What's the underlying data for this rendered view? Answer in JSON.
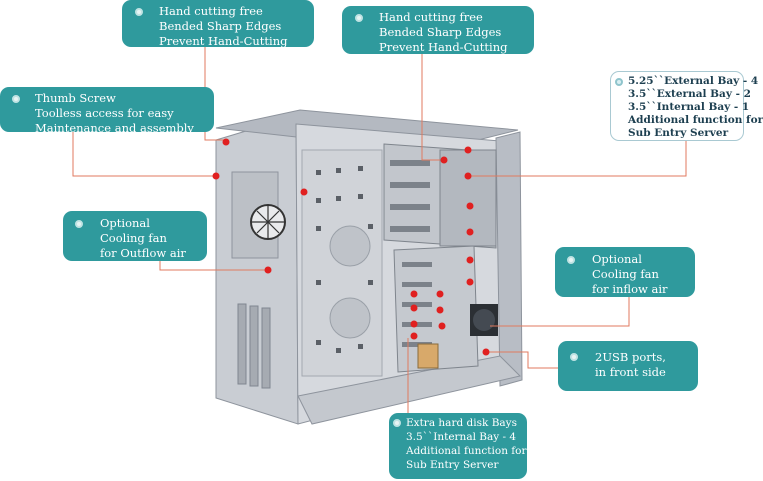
{
  "callouts": {
    "hand_cutting_left": {
      "lines": [
        "Hand cutting free",
        "Bended Sharp Edges",
        "Prevent Hand-Cutting"
      ]
    },
    "hand_cutting_right": {
      "lines": [
        "Hand cutting free",
        "Bended Sharp Edges",
        "Prevent Hand-Cutting"
      ]
    },
    "thumb_screw": {
      "lines": [
        "Thumb Screw",
        "Toolless access for easy",
        "Maintenance and assembly"
      ]
    },
    "external_bays": {
      "lines": [
        "5.25``External Bay - 4",
        "3.5``External Bay - 2",
        "3.5``Internal Bay - 1",
        "Additional function for",
        "Sub Entry Server"
      ]
    },
    "cooling_outflow": {
      "lines": [
        "Optional",
        "Cooling fan",
        "for Outflow air"
      ]
    },
    "cooling_inflow": {
      "lines": [
        "Optional",
        "Cooling fan",
        "for inflow air"
      ]
    },
    "usb_ports": {
      "lines": [
        "2USB ports,",
        "in front side"
      ]
    },
    "hard_disk_bays": {
      "lines": [
        "Extra hard disk Bays",
        "3.5``Internal Bay - 4",
        "Additional function for",
        "Sub Entry Server"
      ]
    }
  },
  "colors": {
    "callout_teal": "#2f9a9d",
    "leader_line": "#e07a5f",
    "marker_red": "#e02020",
    "chassis_light": "#d7dadf",
    "chassis_mid": "#b9bec6",
    "chassis_dark": "#8e949d"
  }
}
